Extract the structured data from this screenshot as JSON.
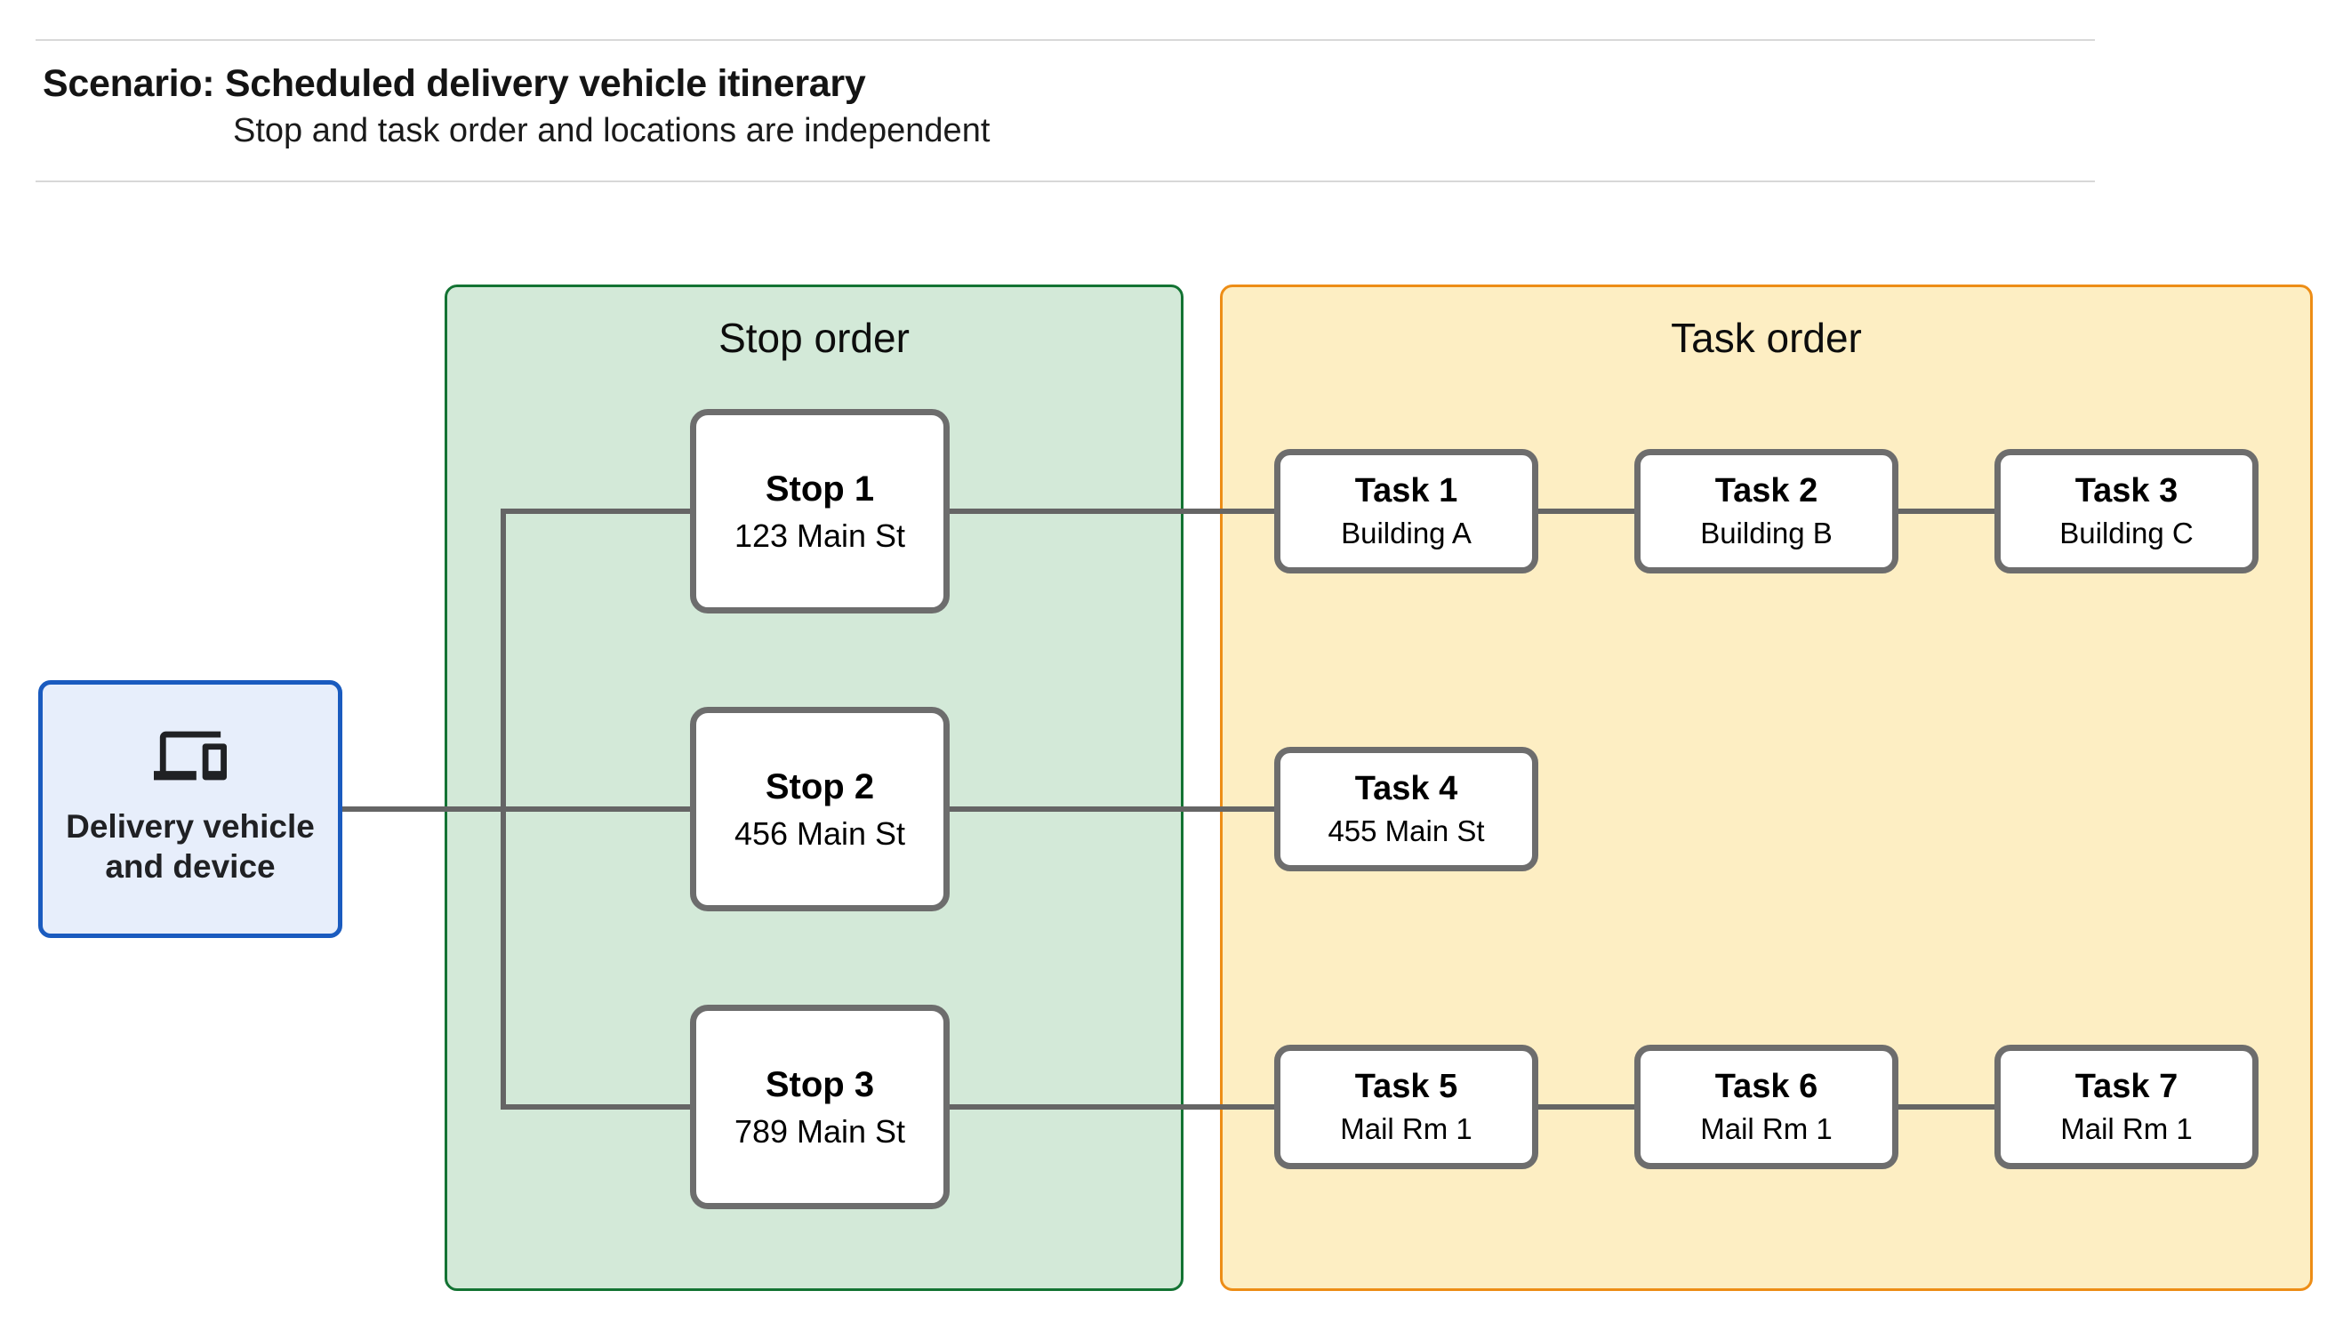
{
  "header": {
    "title": "Scenario: Scheduled delivery vehicle itinerary",
    "subtitle": "Stop and task order and locations are independent"
  },
  "source": {
    "label": "Delivery vehicle\nand device",
    "icon": "devices-icon"
  },
  "panels": {
    "stop_order": {
      "title": "Stop order"
    },
    "task_order": {
      "title": "Task order"
    }
  },
  "stops": [
    {
      "label": "Stop 1",
      "location": "123 Main St"
    },
    {
      "label": "Stop 2",
      "location": "456 Main St"
    },
    {
      "label": "Stop 3",
      "location": "789 Main St"
    }
  ],
  "tasks": [
    {
      "label": "Task 1",
      "location": "Building A"
    },
    {
      "label": "Task 2",
      "location": "Building B"
    },
    {
      "label": "Task 3",
      "location": "Building C"
    },
    {
      "label": "Task 4",
      "location": "455 Main St"
    },
    {
      "label": "Task 5",
      "location": "Mail Rm 1"
    },
    {
      "label": "Task 6",
      "location": "Mail Rm 1"
    },
    {
      "label": "Task 7",
      "location": "Mail Rm 1"
    }
  ],
  "colors": {
    "green-fill": "#d3e9d8",
    "green-border": "#137333",
    "orange-fill": "#fdeec3",
    "orange-border": "#ed8d16",
    "blue-fill": "#e7eefb",
    "blue-border": "#1a5bbf",
    "node-border": "#6d6d6d",
    "line": "#656565",
    "divider": "#d8d8d8"
  }
}
